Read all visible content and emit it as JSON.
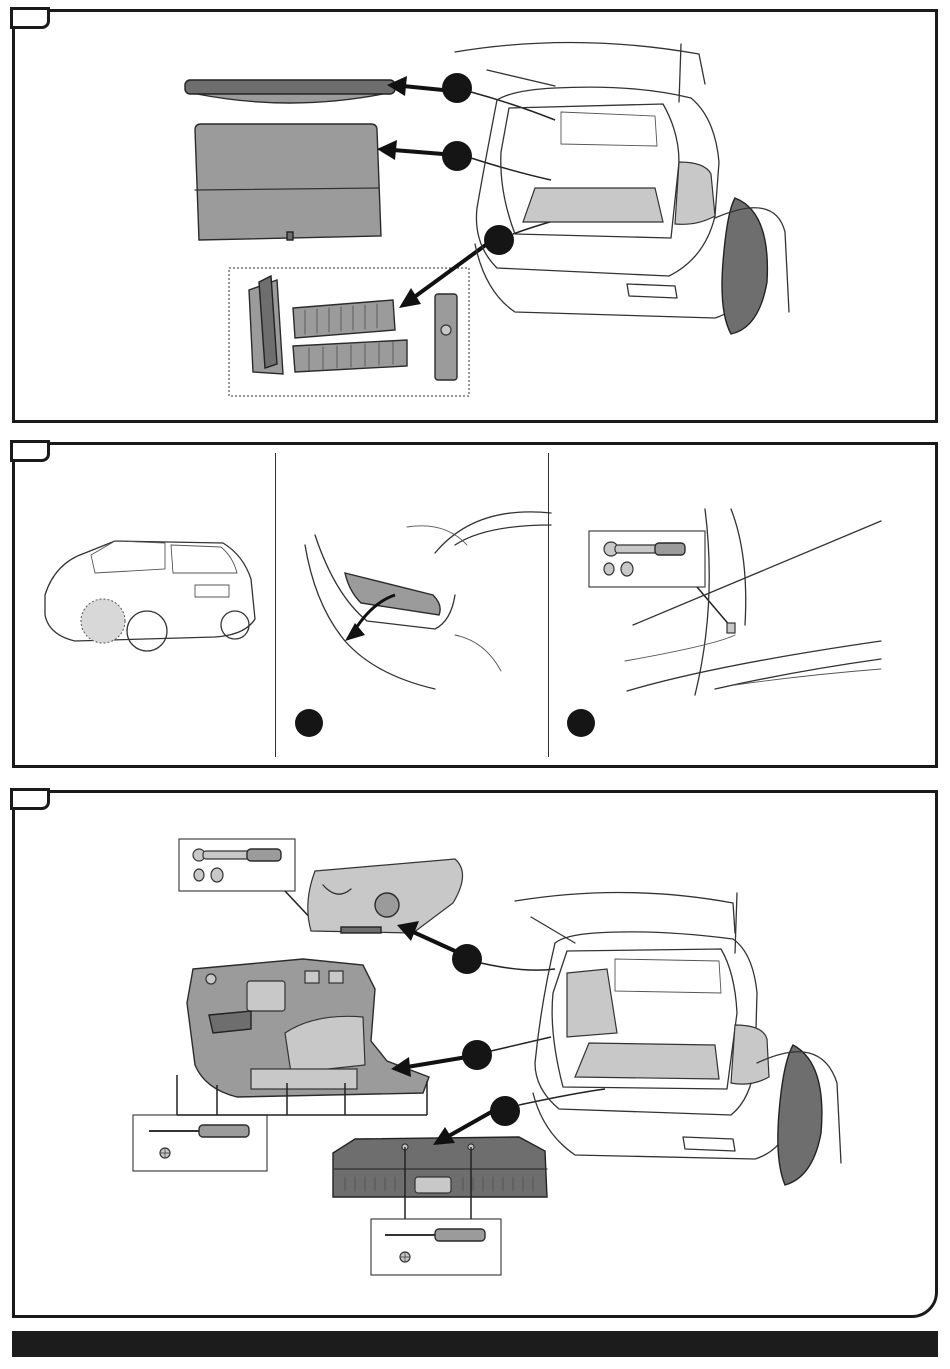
{
  "page": {
    "panels": [
      {
        "id": "panel-1",
        "label": ""
      },
      {
        "id": "panel-2",
        "label": ""
      },
      {
        "id": "panel-3",
        "label": ""
      }
    ]
  },
  "icons": [
    "cargo-cover-icon",
    "cargo-mat-icon",
    "underfloor-tray-icon",
    "suv-rear-icon",
    "step-plate-icon",
    "ratchet-wrench-icon",
    "screwdriver-icon",
    "side-trim-icon",
    "rear-sill-trim-icon",
    "callout-marker-icon"
  ],
  "colors": {
    "panel_border": "#1a1a1a",
    "part_fill": "#9b9b9b",
    "bar": "#1c1c1c"
  }
}
